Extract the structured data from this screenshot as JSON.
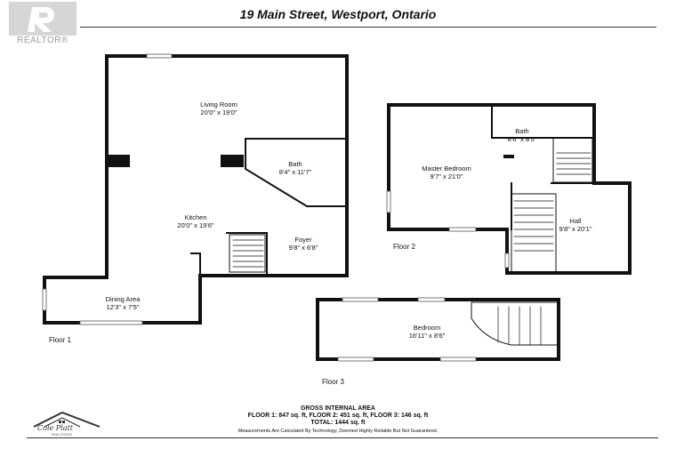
{
  "header": {
    "title": "19 Main Street, Westport, Ontario"
  },
  "logo": {
    "icon": "realtor-r-icon",
    "text": "REALTOR®"
  },
  "floors": [
    {
      "label": "Floor 1",
      "rooms": [
        {
          "id": "living",
          "name": "Living Room",
          "dims": "20'0\" x 19'0\""
        },
        {
          "id": "bath1",
          "name": "Bath",
          "dims": "8'4\" x 11'7\""
        },
        {
          "id": "kitchen",
          "name": "Kitchen",
          "dims": "20'0\" x 19'6\""
        },
        {
          "id": "foyer",
          "name": "Foyer",
          "dims": "9'8\" x 6'8\""
        },
        {
          "id": "dining",
          "name": "Dining Area",
          "dims": "12'3\" x 7'5\""
        }
      ]
    },
    {
      "label": "Floor 2",
      "rooms": [
        {
          "id": "bath2",
          "name": "Bath",
          "dims": "8'6\" x 8'5\""
        },
        {
          "id": "master",
          "name": "Master Bedroom",
          "dims": "9'7\" x 21'0\""
        },
        {
          "id": "hall",
          "name": "Hall",
          "dims": "9'8\" x 20'1\""
        }
      ]
    },
    {
      "label": "Floor 3",
      "rooms": [
        {
          "id": "bedroom",
          "name": "Bedroom",
          "dims": "16'11\" x 8'6\""
        }
      ]
    }
  ],
  "gross_area": {
    "heading": "GROSS INTERNAL AREA",
    "floors_line": "FLOOR 1: 847 sq. ft, FLOOR 2: 451 sq. ft, FLOOR 3: 146 sq. ft",
    "total": "TOTAL: 1444 sq. ft",
    "note": "Measurements Are Calculated By Technology, Deemed Highly Reliable But Not Guaranteed."
  },
  "brand": {
    "icon": "house-roof-icon",
    "script": "Cole Platt",
    "sub": "REAL ESTATE"
  }
}
